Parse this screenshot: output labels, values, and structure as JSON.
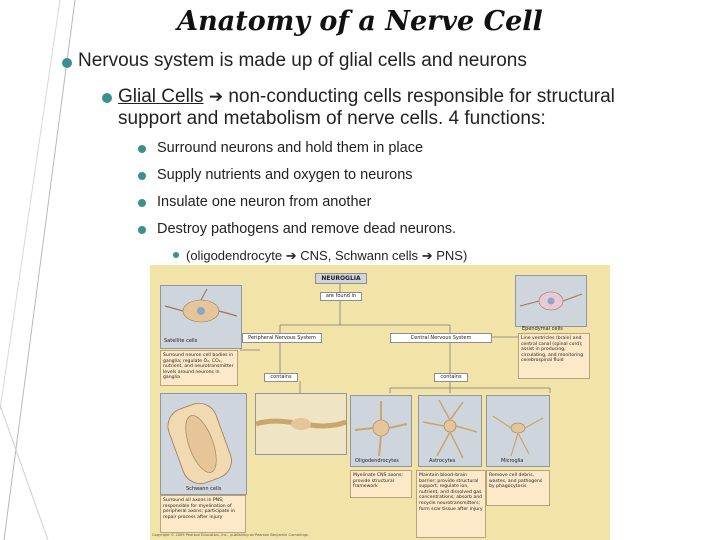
{
  "title": "Anatomy of a Nerve Cell",
  "bullet1": "Nervous system is made up of glial cells and neurons",
  "bullet2": {
    "term": "Glial Cells",
    "text": "non-conducting cells responsible for structural",
    "text2": "support and metabolism of nerve cells.  4 functions:"
  },
  "functions": [
    "Surround neurons and hold them in place",
    "Supply nutrients and oxygen to neurons",
    "Insulate one neuron from another",
    "Destroy pathogens and remove dead neurons."
  ],
  "sub_bullet": {
    "a": "(oligodendrocyte",
    "b": "CNS, Schwann cells",
    "c": "PNS)"
  },
  "figure": {
    "top": "NEUROGLIA",
    "found_in": "are found in",
    "pns": "Peripheral Nervous System",
    "cns": "Central Nervous System",
    "contains_left": "contains",
    "contains_right": "contains",
    "satellite": {
      "name": "Satellite cells",
      "desc": "Surround neuron cell bodies in ganglia; regulate O₂, CO₂, nutrient, and neurotransmitter levels around neurons in ganglia"
    },
    "schwann": {
      "name": "Schwann cells",
      "desc": "Surround all axons in PNS; responsible for myelination of peripheral axons; participate in repair process after injury"
    },
    "oligo": {
      "name": "Oligodendrocytes",
      "desc": "Myelinate CNS axons; provide structural framework"
    },
    "astro": {
      "name": "Astrocytes",
      "desc": "Maintain blood–brain barrier; provide structural support; regulate ion, nutrient, and dissolved gas concentrations; absorb and recycle neurotransmitters; form scar tissue after injury"
    },
    "microglia": {
      "name": "Microglia",
      "desc": "Remove cell debris, wastes, and pathogens by phagocytosis"
    },
    "ependymal": {
      "name": "Ependymal cells",
      "desc": "Line ventricles (brain) and central canal (spinal cord); assist in producing, circulating, and monitoring cerebrospinal fluid"
    },
    "copyright": "Copyright © 2009 Pearson Education, Inc., publishing as Pearson Benjamin Cummings."
  },
  "colors": {
    "accent": "#3c8f91",
    "figure_bg": "#f2e3a8"
  }
}
